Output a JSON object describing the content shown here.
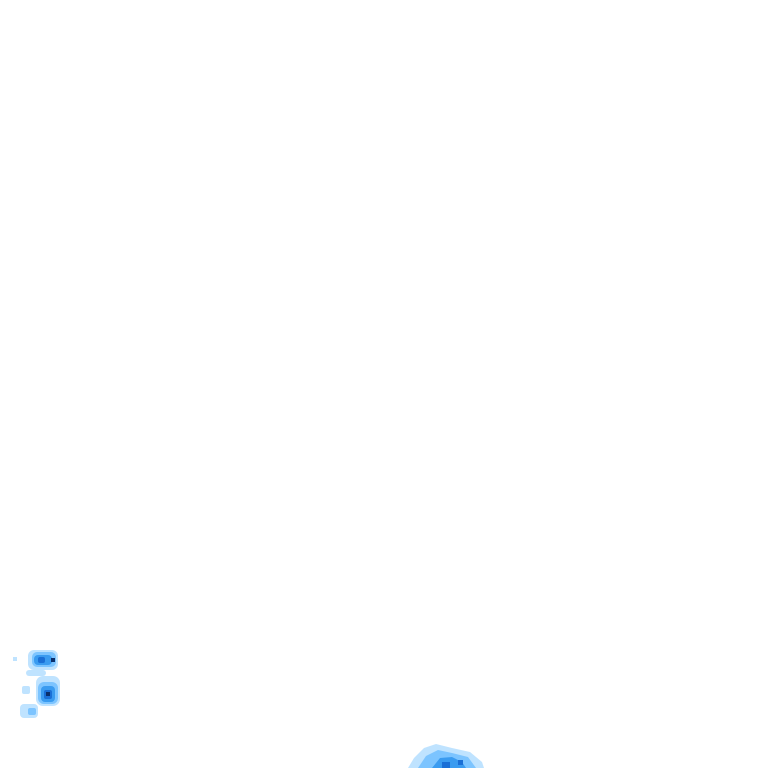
{
  "layer": {
    "kind": "precipitation-radar-tile",
    "palette": {
      "light": "#bfe3ff",
      "medium": "#7cc4ff",
      "heavy": "#3a9bf0",
      "intense": "#1a6fd6",
      "core": "#0b2f6b"
    }
  },
  "cells": [
    {
      "id": "cell-west-upper",
      "intensity": "heavy"
    },
    {
      "id": "cell-west-lower",
      "intensity": "intense"
    },
    {
      "id": "cell-south",
      "intensity": "heavy"
    }
  ]
}
